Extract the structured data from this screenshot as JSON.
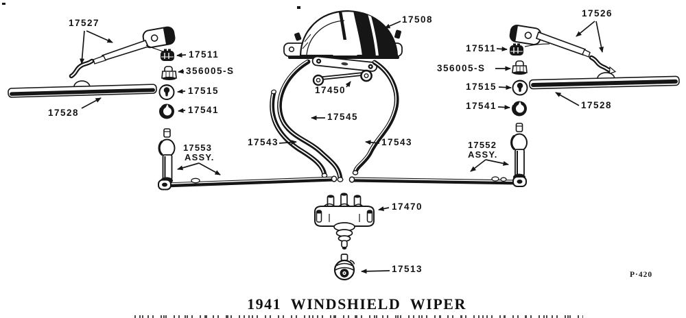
{
  "page": {
    "title": "1941 WINDSHIELD WIPER",
    "plate_code": "P·420"
  },
  "colors": {
    "ink": "#161616",
    "paper": "#ffffff"
  },
  "callouts": {
    "arm_left": "17527",
    "motor": "17508",
    "arm_right": "17526",
    "cap_left": "17511",
    "stud_nut_left": "356005-S",
    "escutcheon_left": "17515",
    "ring_left": "17541",
    "blade_left": "17528",
    "cap_right": "17511",
    "stud_nut_right": "356005-S",
    "escutcheon_right": "17515",
    "ring_right": "17541",
    "blade_right": "17528",
    "drive_link": "17450",
    "hose_center": "17545",
    "hose_left": "17543",
    "hose_right": "17543",
    "pivot_left_no": "17553",
    "pivot_left_suffix": "ASSY.",
    "pivot_right_no": "17552",
    "pivot_right_suffix": "ASSY.",
    "manifold": "17470",
    "knob": "17513"
  }
}
